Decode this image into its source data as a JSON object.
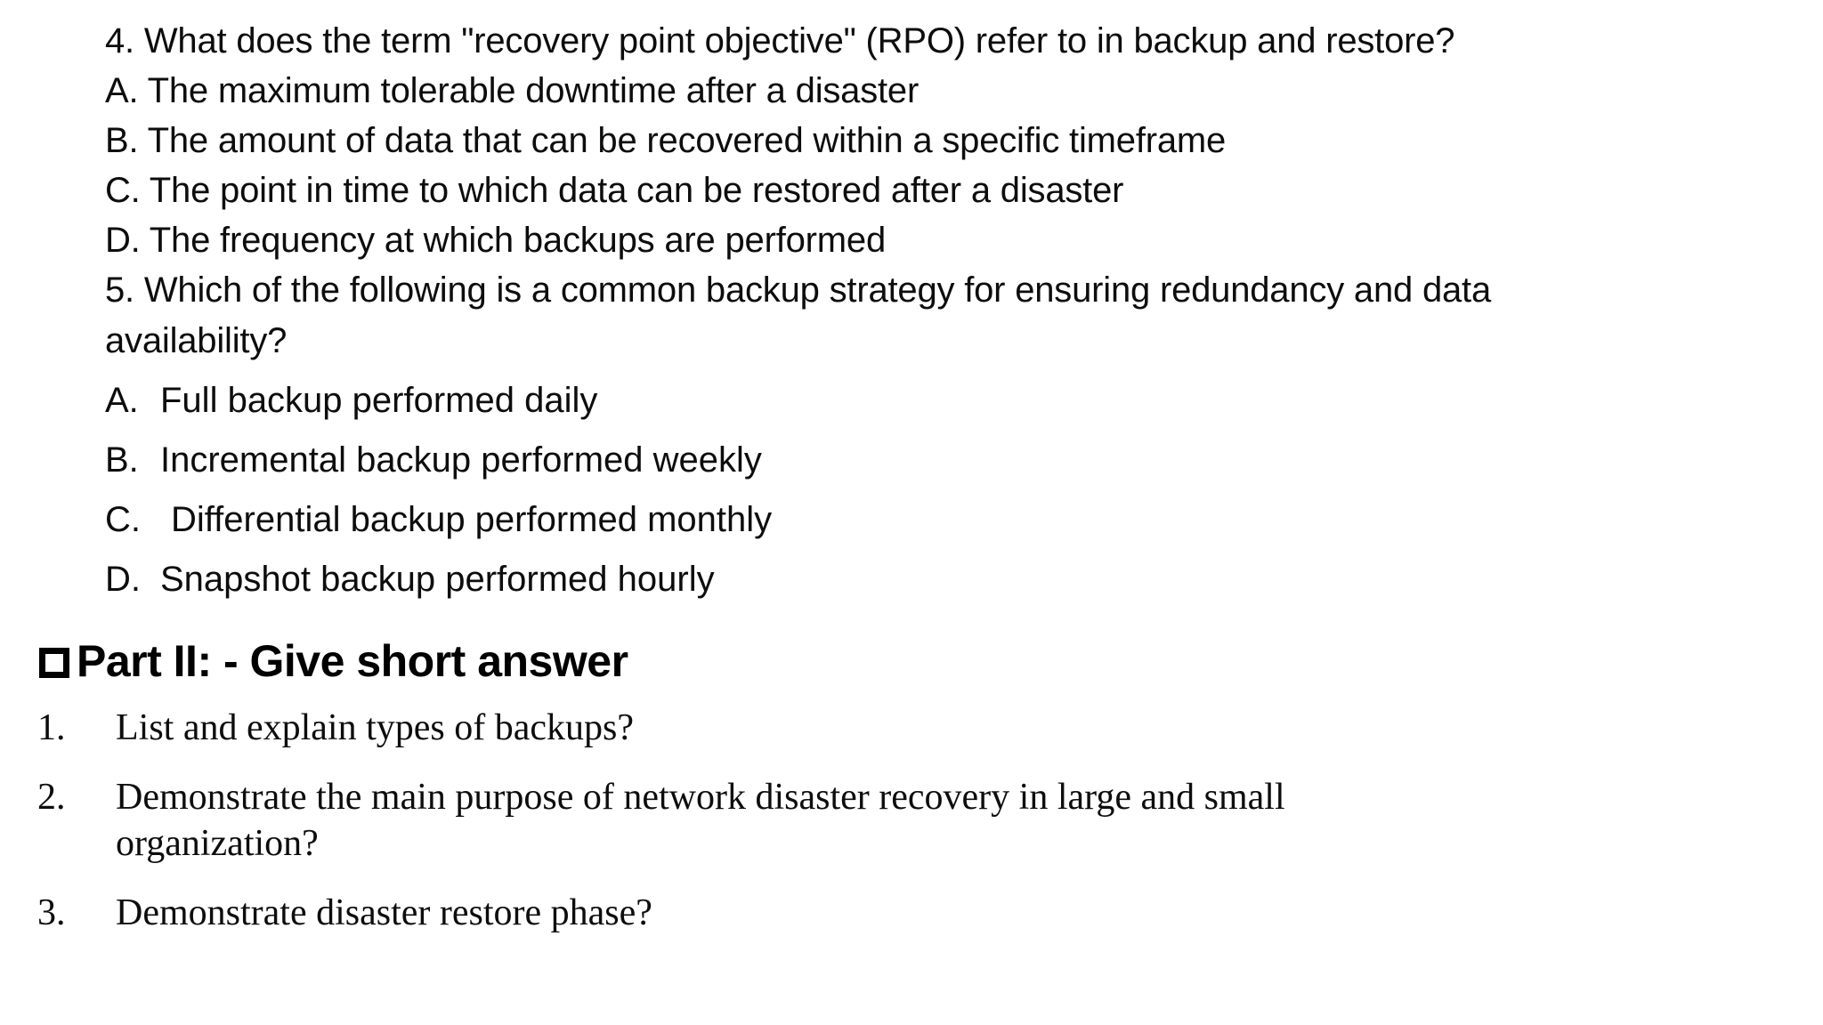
{
  "document": {
    "background_color": "#ffffff",
    "text_color": "#0d0d0d"
  },
  "part_one": {
    "questions": [
      {
        "number": "4.",
        "stem": "4. What does the term \"recovery point objective\" (RPO) refer to in backup and restore?",
        "options": [
          "A. The maximum tolerable downtime after a disaster",
          "B. The amount of data that can be recovered within a specific timeframe",
          "C. The point in time to which data can be restored after a disaster",
          "D. The frequency at which backups are performed"
        ]
      },
      {
        "number": "5.",
        "stem_line1": "5. Which of the following is a common backup strategy for ensuring redundancy and data",
        "stem_line2": "availability?",
        "options": [
          {
            "marker": "A.",
            "text": "Full backup performed daily"
          },
          {
            "marker": "B.",
            "text": "Incremental backup performed weekly"
          },
          {
            "marker": "C.",
            "text": "Differential backup performed monthly"
          },
          {
            "marker": "D.",
            "text": "Snapshot backup performed hourly"
          }
        ]
      }
    ]
  },
  "part_two": {
    "bullet_glyph": "box-bullet",
    "heading": "Part II: - Give short answer",
    "items": [
      {
        "marker": "1.",
        "text": "List and explain types of backups?"
      },
      {
        "marker": "2.",
        "text": "Demonstrate the main purpose of network disaster recovery in large and small organization?"
      },
      {
        "marker": "3.",
        "text": "Demonstrate disaster restore phase?"
      }
    ]
  }
}
